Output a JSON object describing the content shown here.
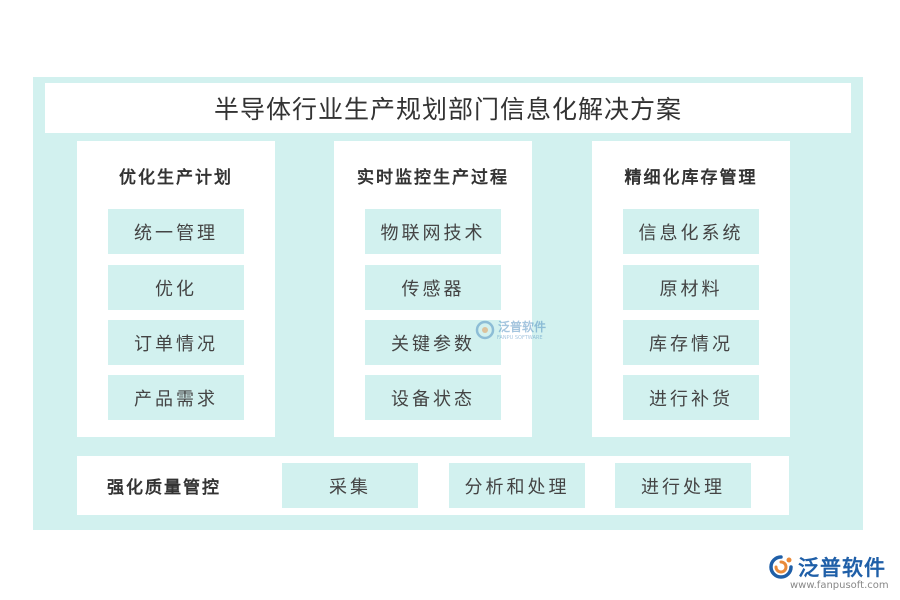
{
  "title": "半导体行业生产规划部门信息化解决方案",
  "panels": [
    {
      "title": "优化生产计划",
      "items": [
        "统一管理",
        "优化",
        "订单情况",
        "产品需求"
      ]
    },
    {
      "title": "实时监控生产过程",
      "items": [
        "物联网技术",
        "传感器",
        "关键参数",
        "设备状态"
      ]
    },
    {
      "title": "精细化库存管理",
      "items": [
        "信息化系统",
        "原材料",
        "库存情况",
        "进行补货"
      ]
    }
  ],
  "bottom": {
    "title": "强化质量管控",
    "items": [
      "采集",
      "分析和处理",
      "进行处理"
    ]
  },
  "watermark": {
    "text": "泛普软件",
    "sub": "FANPU SOFTWARE"
  },
  "logo": {
    "name": "泛普软件",
    "url": "www.fanpusoft.com",
    "icon": "fanpu-logo-icon"
  },
  "colors": {
    "frame": "#d2f1ef",
    "chip": "#d2f1ef",
    "brand": "#1f5fa8"
  }
}
